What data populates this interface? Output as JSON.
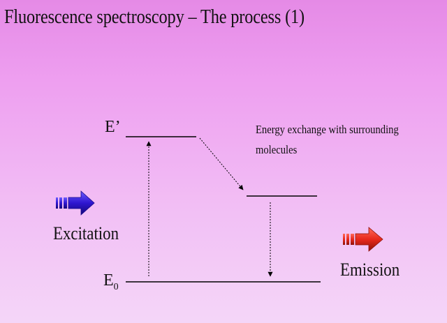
{
  "slide": {
    "title": "Fluorescence spectroscopy – The process (1)"
  },
  "diagram": {
    "excited_state_label": "E’",
    "ground_state_label": "E",
    "ground_state_subscript": "0",
    "note_line1": "Energy exchange with surrounding",
    "note_line2": "molecules",
    "excitation_label": "Excitation",
    "emission_label": "Emission",
    "colors": {
      "excitation_arrow": "#3a1fd6",
      "emission_arrow": "#e8291c"
    },
    "icons": {
      "excitation": "block-arrow-right-icon",
      "emission": "block-arrow-right-icon"
    }
  }
}
